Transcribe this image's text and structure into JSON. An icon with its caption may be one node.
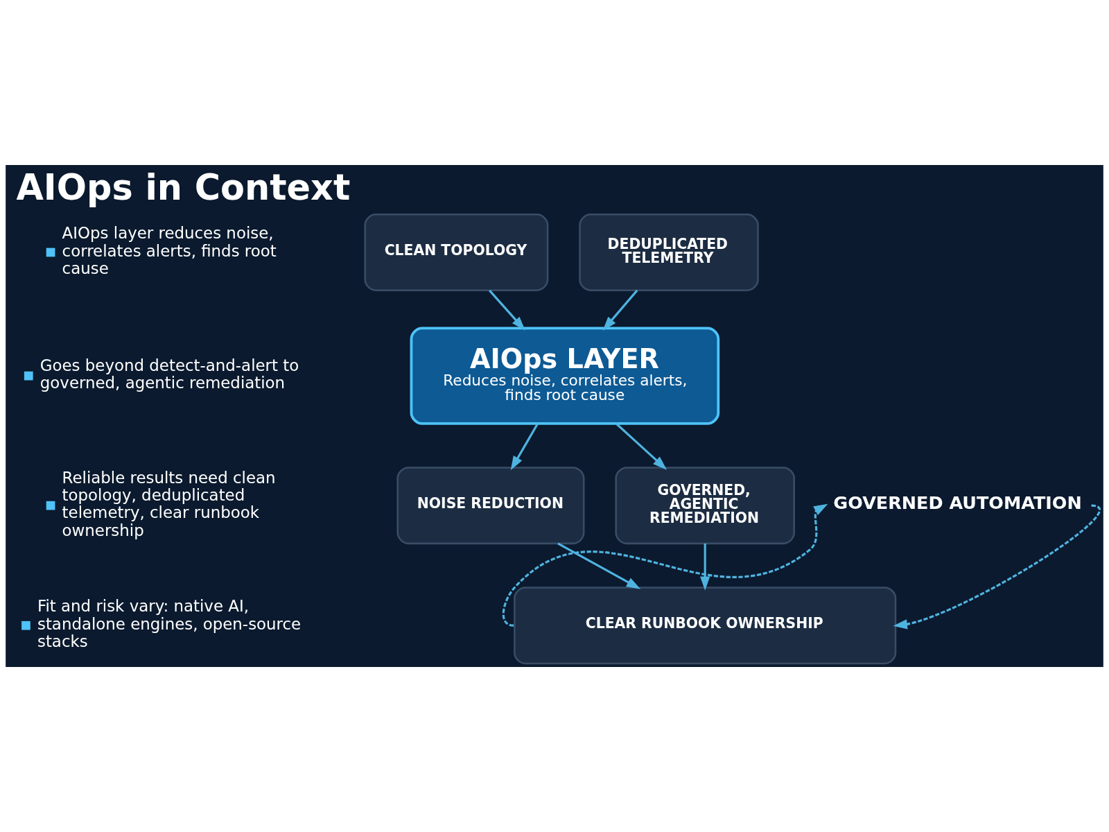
{
  "diagram": {
    "title": "AIOps in Context",
    "nodes": [
      {
        "text": [
          "GOVERNED AUTOMATION"
        ]
      },
      {
        "text": [
          "CLEAN TOPOLOGY"
        ]
      },
      {
        "text": [
          "DEDUPLICATED TELEMETRY"
        ]
      },
      {
        "text": [
          "AIOps LAYER",
          "Reduces noise, correlates alerts, finds root cause"
        ]
      },
      {
        "text": [
          "NOISE REDUCTION"
        ]
      },
      {
        "text": [
          "GOVERNED, AGENTIC REMEDIATION"
        ]
      },
      {
        "text": [
          "CLEAR RUNBOOK OWNERSHIP"
        ]
      }
    ],
    "edges": [
      {
        "from": 1,
        "to": 3,
        "arrow": "to"
      },
      {
        "from": 2,
        "to": 3,
        "arrow": "to"
      },
      {
        "from": 3,
        "to": 4,
        "arrow": "to"
      },
      {
        "from": 3,
        "to": 5,
        "arrow": "to"
      },
      {
        "from": 4,
        "to": 6,
        "arrow": "to"
      },
      {
        "from": 5,
        "to": 6,
        "arrow": "to"
      },
      {
        "from": 6,
        "to": 0,
        "arrow": "to",
        "style": "dashed"
      },
      {
        "from": 0,
        "to": 6,
        "arrow": "to",
        "style": "dashed"
      }
    ],
    "labels": [
      "AIOps layer reduces noise, correlates alerts, finds root cause",
      "Goes beyond detect-and-alert to governed, agentic remediation",
      "Reliable results need clean topology, deduplicated telemetry, clear runbook ownership",
      "Fit and risk vary: native AI, standalone engines, open-source stacks"
    ]
  }
}
